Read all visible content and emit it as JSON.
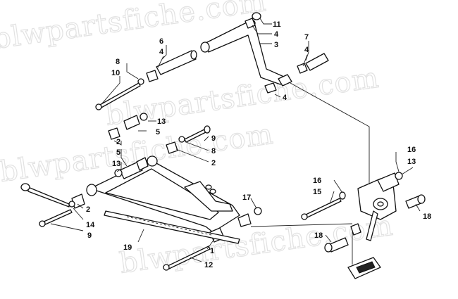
{
  "watermark": "blwpartsfiche.com",
  "callouts": {
    "c1": "1",
    "c2a": "2",
    "c2b": "2",
    "c2c": "2",
    "c3": "3",
    "c4a": "4",
    "c4b": "4",
    "c4c": "4",
    "c4d": "4",
    "c5a": "5",
    "c5b": "5",
    "c6": "6",
    "c7": "7",
    "c8a": "8",
    "c8b": "8",
    "c9a": "9",
    "c9b": "9",
    "c10": "10",
    "c11": "11",
    "c12": "12",
    "c13a": "13",
    "c13b": "13",
    "c13c": "13",
    "c14": "14",
    "c15": "15",
    "c16a": "16",
    "c16b": "16",
    "c17": "17",
    "c18a": "18",
    "c18b": "18",
    "c19": "19"
  },
  "colors": {
    "line": "#111111",
    "watermark": "#e2e2e2",
    "background": "#ffffff"
  }
}
